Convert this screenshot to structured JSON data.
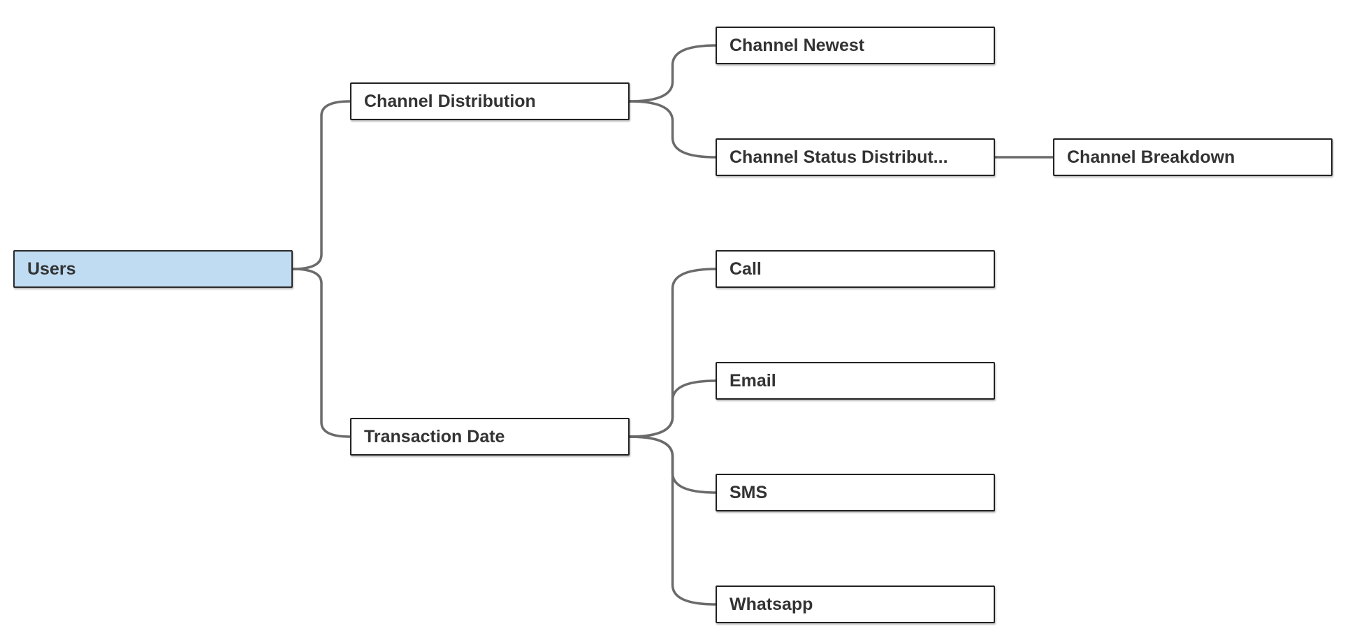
{
  "diagram": {
    "nodes": {
      "users": "Users",
      "channel_distribution": "Channel Distribution",
      "transaction_date": "Transaction Date",
      "channel_newest": "Channel Newest",
      "channel_status_distribution": "Channel Status Distribut...",
      "channel_breakdown": "Channel Breakdown",
      "call": "Call",
      "email": "Email",
      "sms": "SMS",
      "whatsapp": "Whatsapp"
    },
    "edges": [
      [
        "users",
        "channel_distribution"
      ],
      [
        "users",
        "transaction_date"
      ],
      [
        "channel_distribution",
        "channel_newest"
      ],
      [
        "channel_distribution",
        "channel_status_distribution"
      ],
      [
        "channel_status_distribution",
        "channel_breakdown"
      ],
      [
        "transaction_date",
        "call"
      ],
      [
        "transaction_date",
        "email"
      ],
      [
        "transaction_date",
        "sms"
      ],
      [
        "transaction_date",
        "whatsapp"
      ]
    ],
    "colors": {
      "root_fill": "#bfdcf3",
      "node_fill": "#ffffff",
      "node_border": "#222222",
      "connector": "#6b6b6b",
      "label": "#333333"
    }
  }
}
